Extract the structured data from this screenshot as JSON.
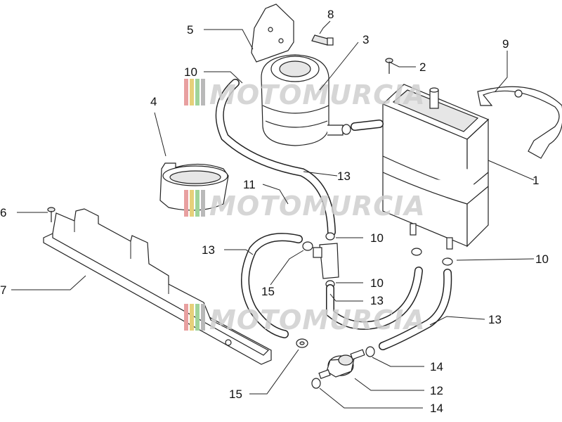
{
  "watermark": {
    "text": "MOTOMURCIA",
    "stripe_colors": [
      "#e8a0a0",
      "#e6d07a",
      "#9fd39a",
      "#b9b9b9"
    ]
  },
  "labels": {
    "l1": "1",
    "l2": "2",
    "l3": "3",
    "l4": "4",
    "l5": "5",
    "l6": "6",
    "l7": "7",
    "l8": "8",
    "l9": "9",
    "l10a": "10",
    "l10b": "10",
    "l10c": "10",
    "l10d": "10",
    "l11": "11",
    "l12": "12",
    "l13a": "13",
    "l13b": "13",
    "l13c": "13",
    "l13d": "13",
    "l14a": "14",
    "l14b": "14",
    "l15a": "15",
    "l15b": "15"
  }
}
